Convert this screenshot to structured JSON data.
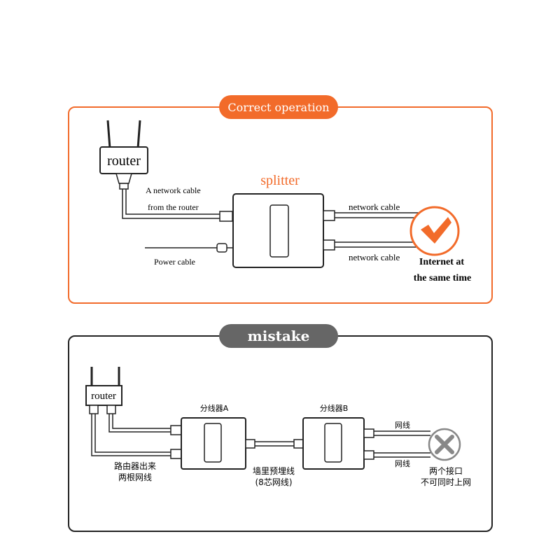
{
  "correct": {
    "badge": "Correct operation",
    "router_label": "router",
    "splitter_label": "splitter",
    "cable_label_line1": "A network cable",
    "cable_label_line2": "from the router",
    "power_label": "Power cable",
    "out_cable_top": "network cable",
    "out_cable_bottom": "network cable",
    "result_line1": "Internet at",
    "result_line2": "the same time",
    "accent_color": "#f26b2a"
  },
  "mistake": {
    "badge": "mistake",
    "router_label": "router",
    "splitter_a": "分线器A",
    "splitter_b": "分线器B",
    "router_out_line1": "路由器出来",
    "router_out_line2": "两根网线",
    "wall_line1": "墙里预埋线",
    "wall_line2": "(8芯网线)",
    "out_cable_top": "网线",
    "out_cable_bottom": "网线",
    "result_line1": "两个接口",
    "result_line2": "不可同时上网",
    "badge_color": "#666666"
  }
}
